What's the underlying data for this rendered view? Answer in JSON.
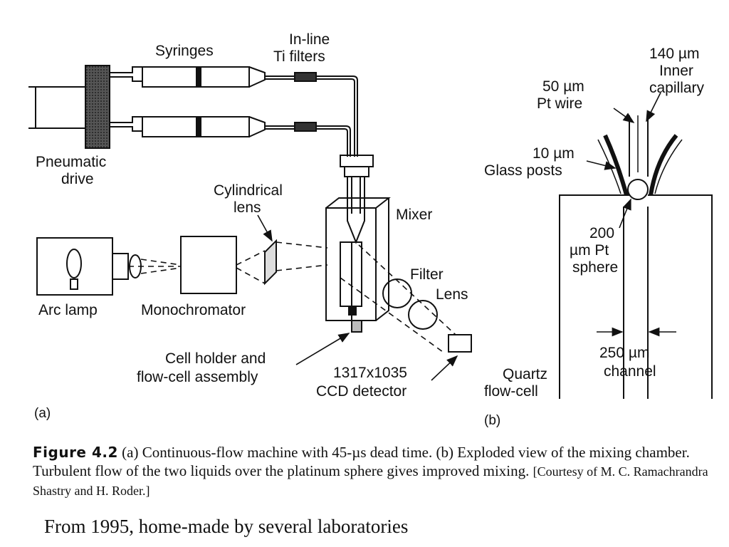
{
  "panel_a": {
    "label": "(a)",
    "syringes": "Syringes",
    "filters_line1": "In-line",
    "filters_line2": "Ti filters",
    "pneumatic_line1": "Pneumatic",
    "pneumatic_line2": "drive",
    "cyl_lens_line1": "Cylindrical",
    "cyl_lens_line2": "lens",
    "mixer": "Mixer",
    "filter": "Filter",
    "lens": "Lens",
    "arc_lamp": "Arc lamp",
    "monochromator": "Monochromator",
    "cell_holder_line1": "Cell holder and",
    "cell_holder_line2": "flow-cell assembly",
    "ccd_line1": "1317x1035",
    "ccd_line2": "CCD detector"
  },
  "panel_b": {
    "label": "(b)",
    "inner_cap_line1": "140 µm",
    "inner_cap_line2": "Inner",
    "inner_cap_line3": "capillary",
    "pt_wire_line1": "50 µm",
    "pt_wire_line2": "Pt wire",
    "glass_line1": "10 µm",
    "glass_line2": "Glass posts",
    "sphere_line1": "200",
    "sphere_line2": "µm Pt",
    "sphere_line3": "sphere",
    "channel_line1": "250 µm",
    "channel_line2": "channel",
    "quartz_line1": "Quartz",
    "quartz_line2": "flow-cell"
  },
  "caption": {
    "figure_label": "Figure 4.2",
    "text": " (a) Continuous-flow machine with 45-µs dead time. (b) Exploded view of the mixing chamber. Turbulent flow of the two liquids over the platinum sphere gives improved mixing. ",
    "credit": "[Courtesy of M. C. Ramachrandra Shastry and H. Roder.]"
  },
  "footer": "From 1995, home-made by several laboratories"
}
